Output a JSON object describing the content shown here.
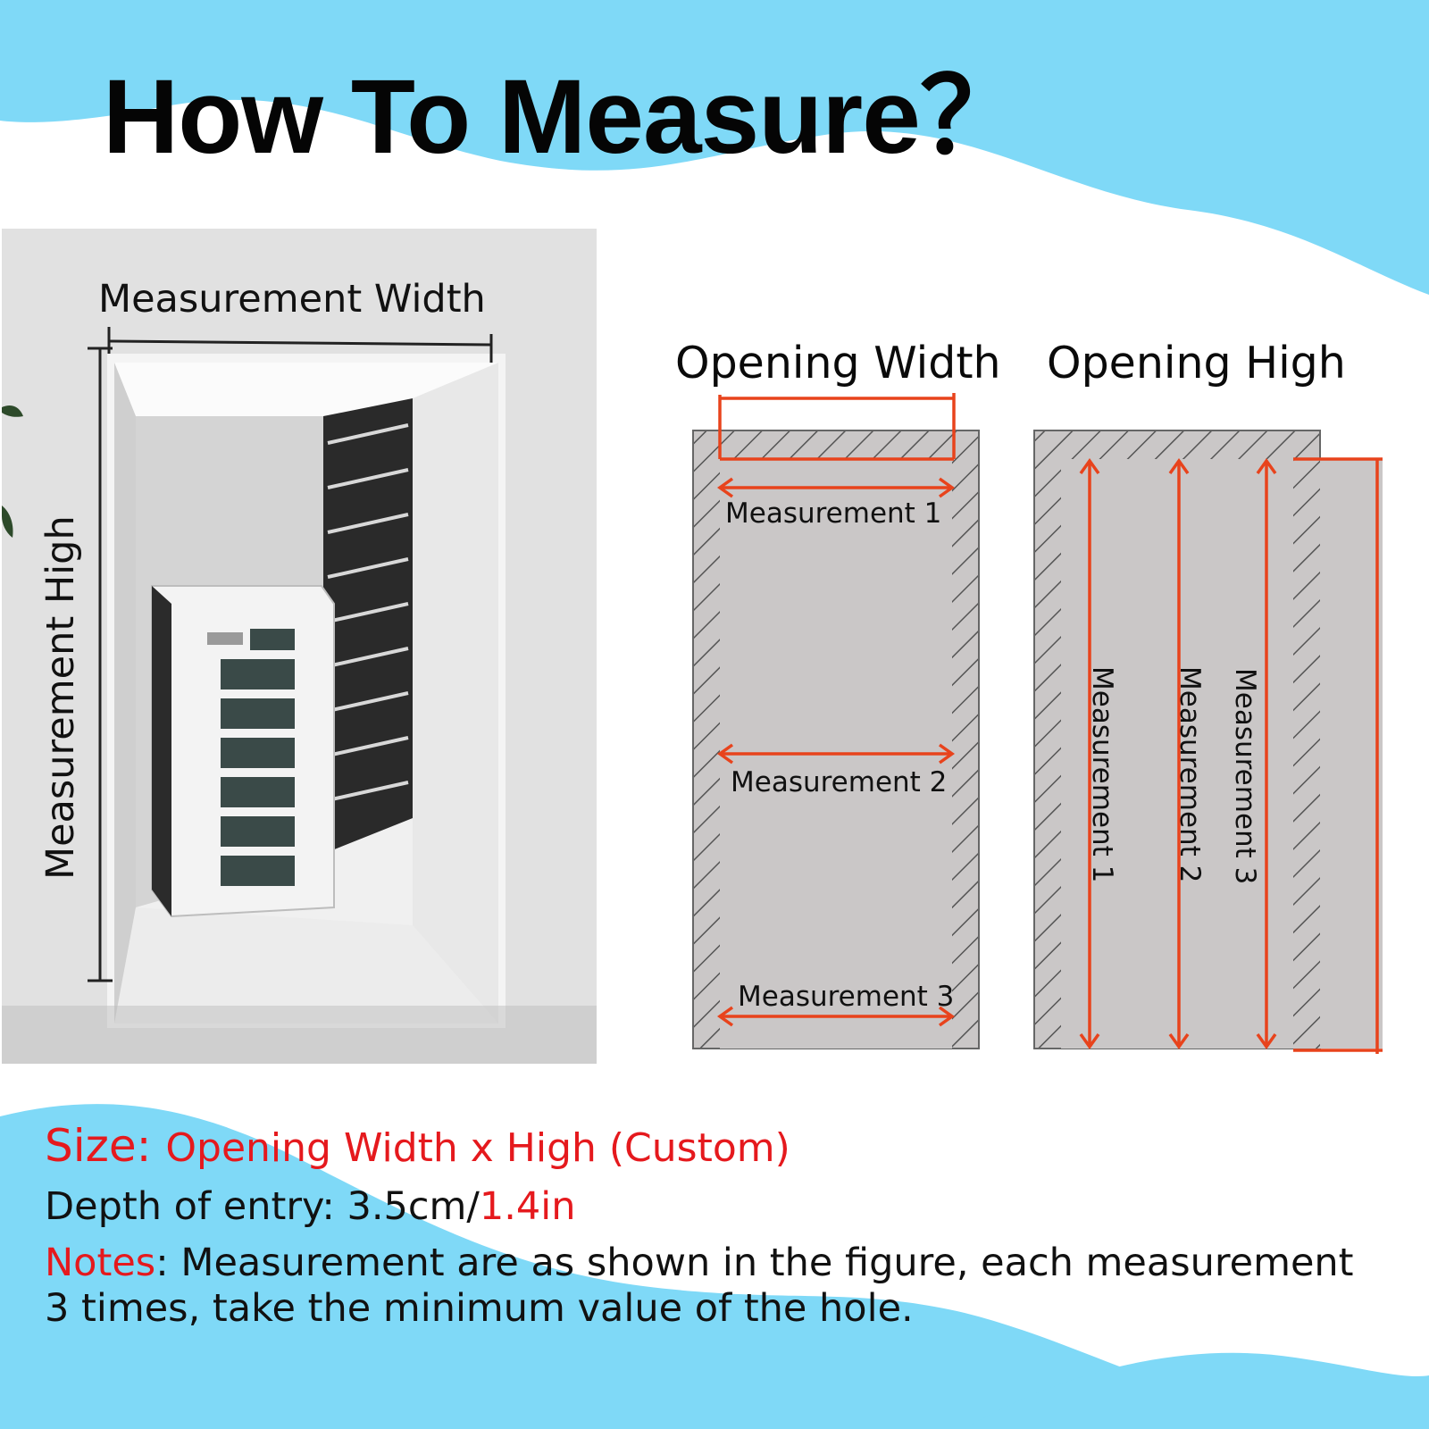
{
  "title": "How To Measure？",
  "photo": {
    "width_label": "Measurement Width",
    "height_label": "Measurement High"
  },
  "diagram_width": {
    "title": "Opening Width",
    "labels": [
      "Measurement 1",
      "Measurement 2",
      "Measurement 3"
    ]
  },
  "diagram_height": {
    "title": "Opening High",
    "labels": [
      "Measurement 1",
      "Measurement 2",
      "Measurement 3"
    ]
  },
  "info": {
    "size_label": "Size:",
    "size_value": "Opening Width x High (Custom)",
    "depth_label": "Depth of entry: 3.5cm/",
    "depth_value": "1.4in",
    "notes_label": "Notes",
    "notes_text": ": Measurement are as shown in the figure, each measurement",
    "notes_text2": "3 times, take the minimum value of the hole."
  },
  "colors": {
    "background_wave": "#7fd9f7",
    "accent_red": "#e5191d",
    "diagram_fill": "#cac7c7"
  }
}
